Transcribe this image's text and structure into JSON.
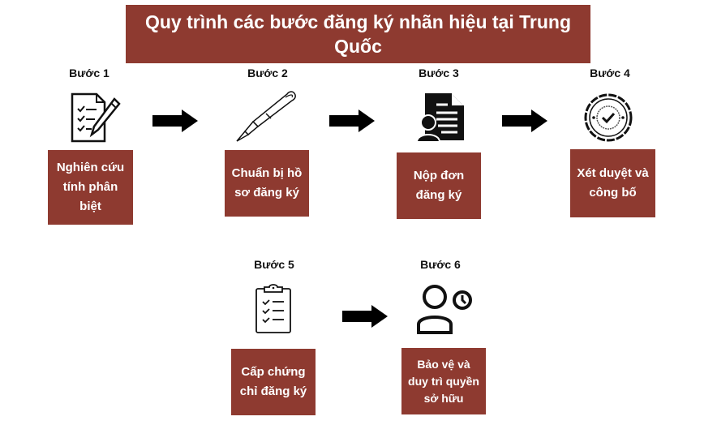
{
  "title": "Quy trình các bước đăng ký nhãn hiệu tại Trung Quốc",
  "accent_color": "#8e3a30",
  "steps": [
    {
      "label": "Bước 1",
      "text": "Nghiên cứu tính phân biệt",
      "icon": "checklist-pen-icon"
    },
    {
      "label": "Bước 2",
      "text": "Chuẩn bị hồ sơ đăng ký",
      "icon": "fountain-pen-icon"
    },
    {
      "label": "Bước 3",
      "text": "Nộp đơn đăng ký",
      "icon": "document-person-icon"
    },
    {
      "label": "Bước 4",
      "text": "Xét duyệt và công bố",
      "icon": "approval-badge-icon"
    },
    {
      "label": "Bước 5",
      "text": "Cấp chứng chỉ đăng ký",
      "icon": "clipboard-checklist-icon"
    },
    {
      "label": "Bước 6",
      "text": "Bảo vệ và duy trì quyền sở hữu",
      "icon": "user-clock-icon"
    }
  ],
  "arrows": [
    "arrow-right-icon",
    "arrow-right-icon",
    "arrow-right-icon",
    "arrow-right-icon"
  ]
}
